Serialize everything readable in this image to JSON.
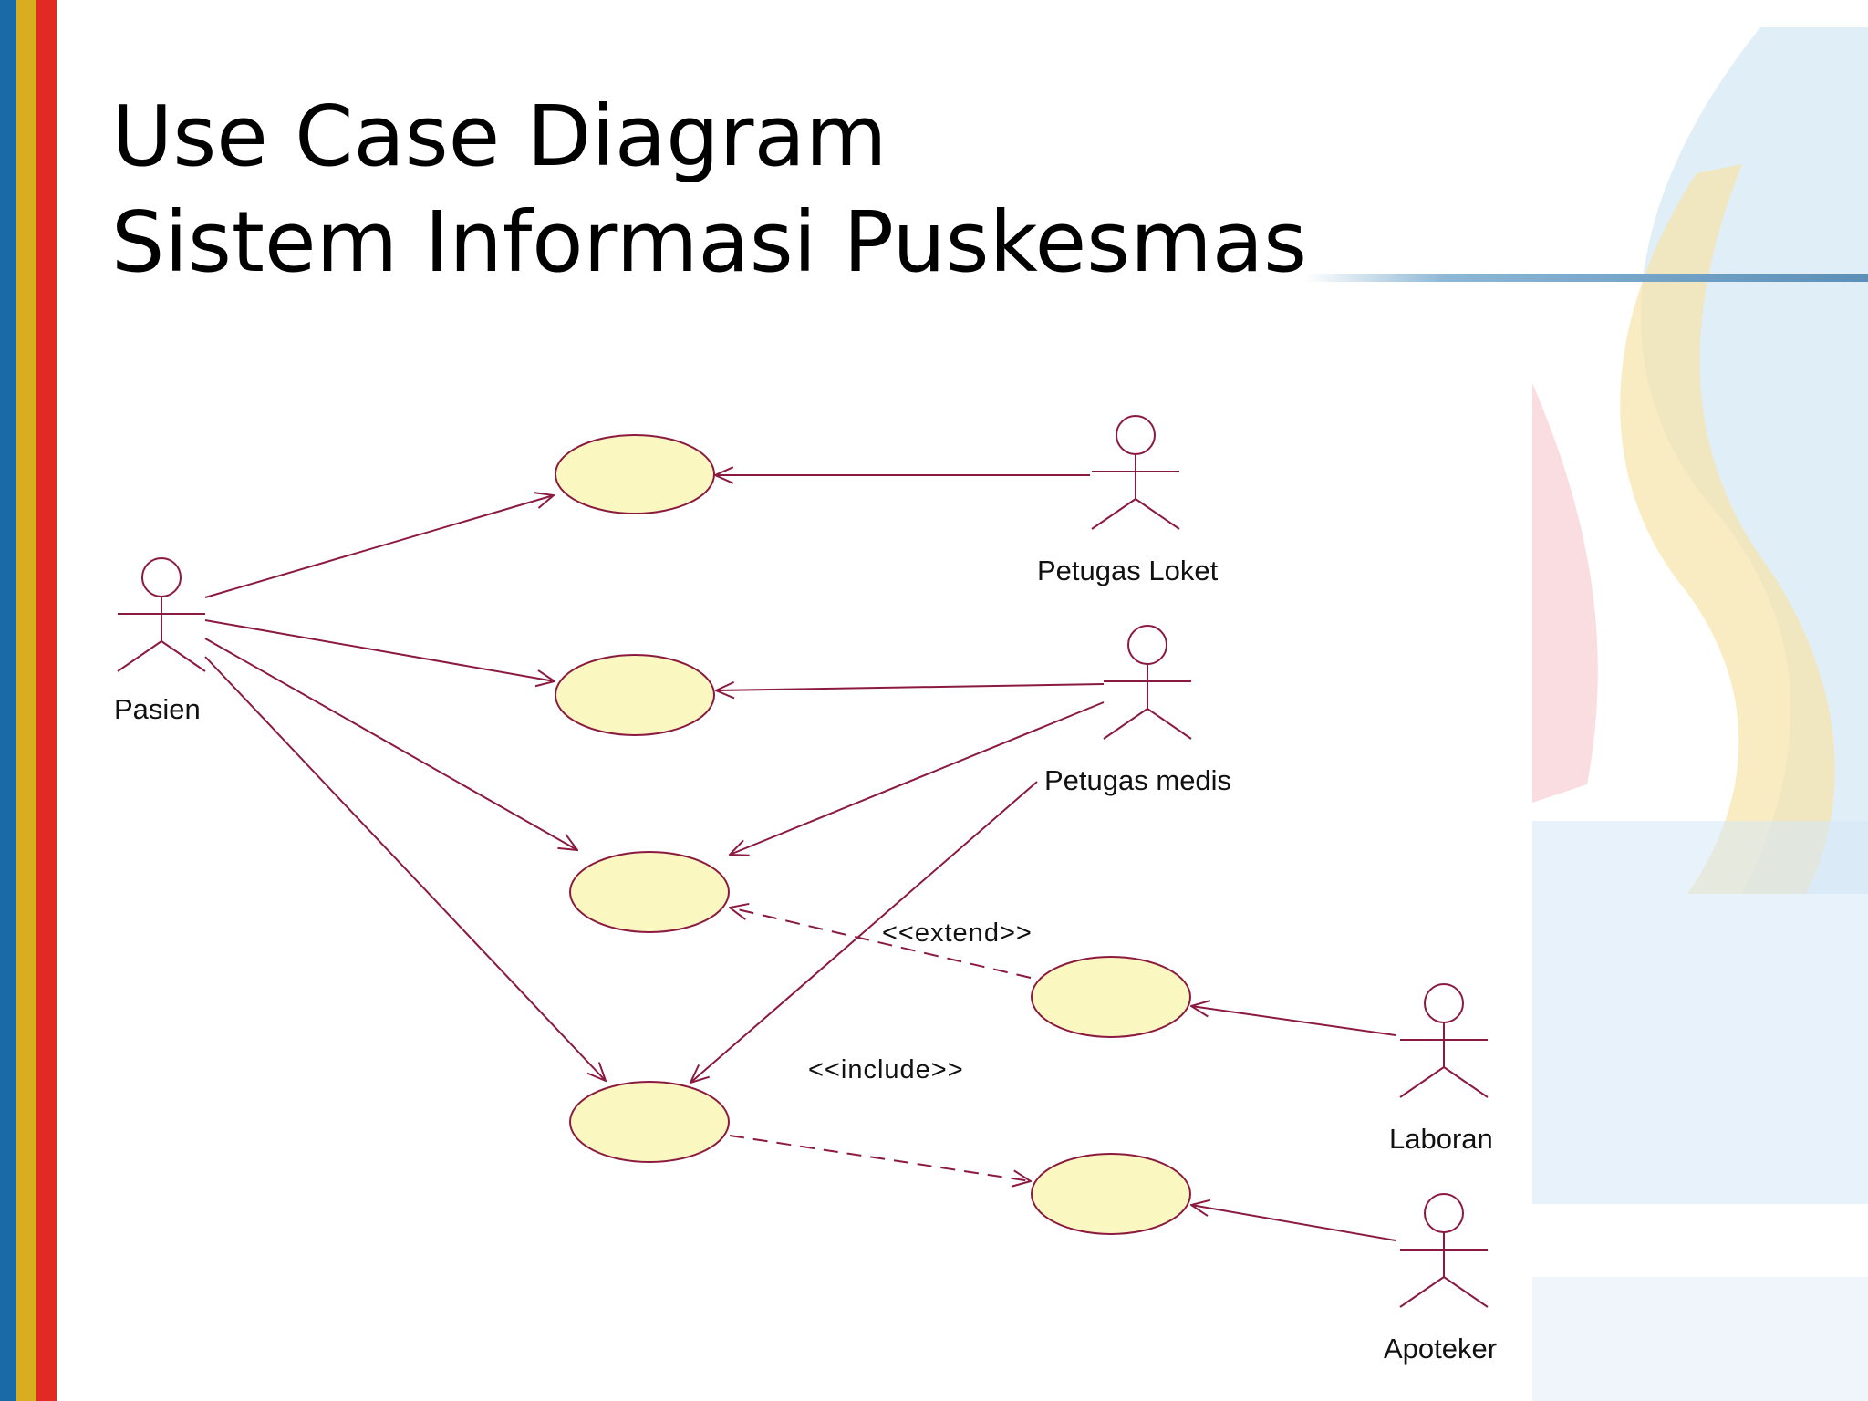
{
  "slide": {
    "title_line1": "Use Case Diagram",
    "title_line2": "Sistem Informasi Puskesmas"
  },
  "diagram": {
    "actors": [
      {
        "id": "pasien",
        "label": "Pasien"
      },
      {
        "id": "petugas-loket",
        "label": "Petugas Loket"
      },
      {
        "id": "petugas-medis",
        "label": "Petugas medis"
      },
      {
        "id": "laboran",
        "label": "Laboran"
      },
      {
        "id": "apoteker",
        "label": "Apoteker"
      }
    ],
    "use_cases": [
      {
        "id": "uc1",
        "label": ""
      },
      {
        "id": "uc2",
        "label": ""
      },
      {
        "id": "uc3",
        "label": ""
      },
      {
        "id": "uc4",
        "label": ""
      },
      {
        "id": "uc5",
        "label": ""
      },
      {
        "id": "uc6",
        "label": ""
      }
    ],
    "stereotypes": {
      "extend": "<<extend>>",
      "include": "<<include>>"
    },
    "relations": [
      {
        "from": "pasien",
        "to": "uc1",
        "type": "association"
      },
      {
        "from": "pasien",
        "to": "uc2",
        "type": "association"
      },
      {
        "from": "pasien",
        "to": "uc3",
        "type": "association"
      },
      {
        "from": "pasien",
        "to": "uc5",
        "type": "association"
      },
      {
        "from": "petugas-loket",
        "to": "uc1",
        "type": "association"
      },
      {
        "from": "petugas-medis",
        "to": "uc2",
        "type": "association"
      },
      {
        "from": "petugas-medis",
        "to": "uc3",
        "type": "association"
      },
      {
        "from": "petugas-medis",
        "to": "uc5",
        "type": "association"
      },
      {
        "from": "uc4",
        "to": "uc3",
        "type": "extend"
      },
      {
        "from": "uc5",
        "to": "uc6",
        "type": "include"
      },
      {
        "from": "laboran",
        "to": "uc4",
        "type": "association"
      },
      {
        "from": "apoteker",
        "to": "uc6",
        "type": "association"
      }
    ],
    "colors": {
      "line": "#8b1a3f",
      "usecase_fill": "#fbf7c1",
      "stripe_blue": "#1a6aa8",
      "stripe_yellow": "#d9ad20",
      "stripe_red": "#e12a24"
    }
  }
}
